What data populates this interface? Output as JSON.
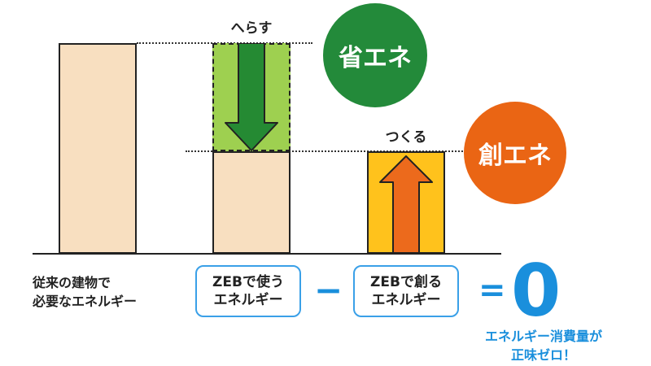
{
  "labels": {
    "reduce": "へらす",
    "create": "つくる"
  },
  "circles": {
    "save_energy": {
      "text": "省エネ",
      "color": "#238a3a"
    },
    "create_energy": {
      "text": "創エネ",
      "color": "#ea6514"
    }
  },
  "captions": {
    "conventional_line1": "従来の建物で",
    "conventional_line2": "必要なエネルギー",
    "zeb_use_line1": "ZEBで使う",
    "zeb_use_line2": "エネルギー",
    "zeb_create_line1": "ZEBで創る",
    "zeb_create_line2": "エネルギー"
  },
  "equation": {
    "minus": "−",
    "equals": "=",
    "result": "0"
  },
  "result_text": {
    "line1": "エネルギー消費量が",
    "line2": "正味ゼロ！"
  },
  "colors": {
    "bar_beige": "#f8dfc0",
    "reduced_green": "#9ed050",
    "arrow_green": "#258a33",
    "created_yellow": "#ffc21c",
    "arrow_orange": "#ec6a1c",
    "accent_blue": "#1a8fdc"
  }
}
